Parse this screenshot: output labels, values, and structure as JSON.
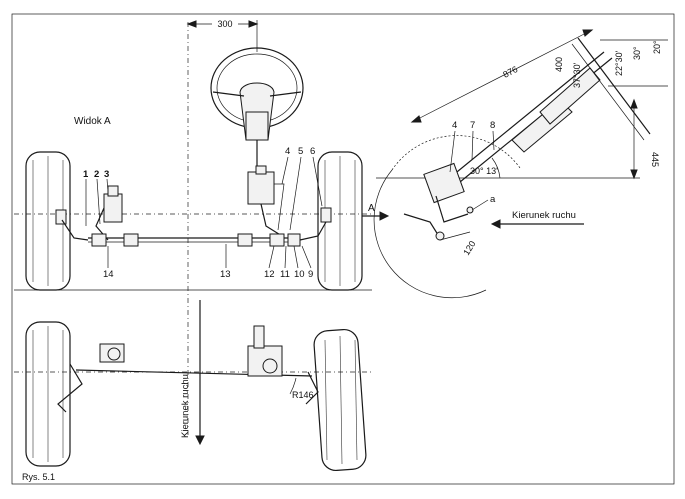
{
  "view_label": "Widok A",
  "figure_label": "Rys. 5.1",
  "direction_label": "Kierunek ruchu",
  "direction_label_vertical": "Kierunek ruchu",
  "view_arrow_label": "A",
  "dimensions": {
    "offset_300": "300",
    "length_876": "876",
    "height_445": "445",
    "angle_30_13": "30° 13'",
    "len_120": "120",
    "radius_r146": "R146",
    "d_400": "400",
    "angle_37_30": "37°30'",
    "angle_22_30": "22°30'",
    "angle_30": "30°",
    "angle_20": "20°"
  },
  "callouts": {
    "c1": "1",
    "c2": "2",
    "c3": "3",
    "c4": "4",
    "c5": "5",
    "c6": "6",
    "c7": "7",
    "c8": "8",
    "c9": "9",
    "c10": "10",
    "c11": "11",
    "c12": "12",
    "c13": "13",
    "c14": "14",
    "side4": "4",
    "side7": "7",
    "side8": "8",
    "side_a": "a"
  }
}
